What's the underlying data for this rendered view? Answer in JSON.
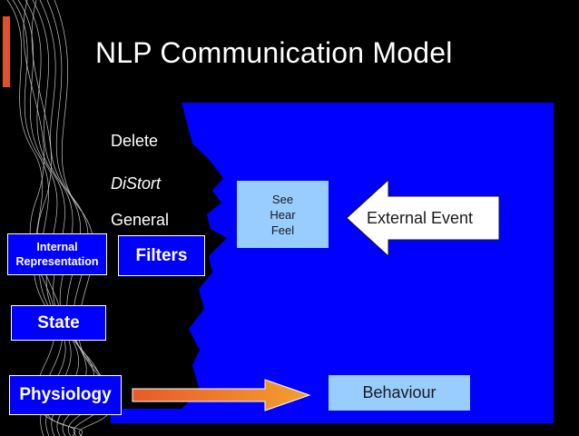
{
  "slide": {
    "title": "NLP Communication Model",
    "filters_list": [
      "Delete",
      "DiStort",
      "General"
    ],
    "senses": [
      "See",
      "Hear",
      "Feel"
    ],
    "external_event": "External Event",
    "internal_representation": [
      "Internal",
      "Representation"
    ],
    "filters": "Filters",
    "state": "State",
    "physiology": "Physiology",
    "behaviour": "Behaviour"
  },
  "colors": {
    "background": "#000000",
    "panel": "#0000ff",
    "light_box": "#99ccff",
    "accent": "#e0532a",
    "text_light": "#ffffff",
    "text_dark": "#1a1a1a"
  }
}
